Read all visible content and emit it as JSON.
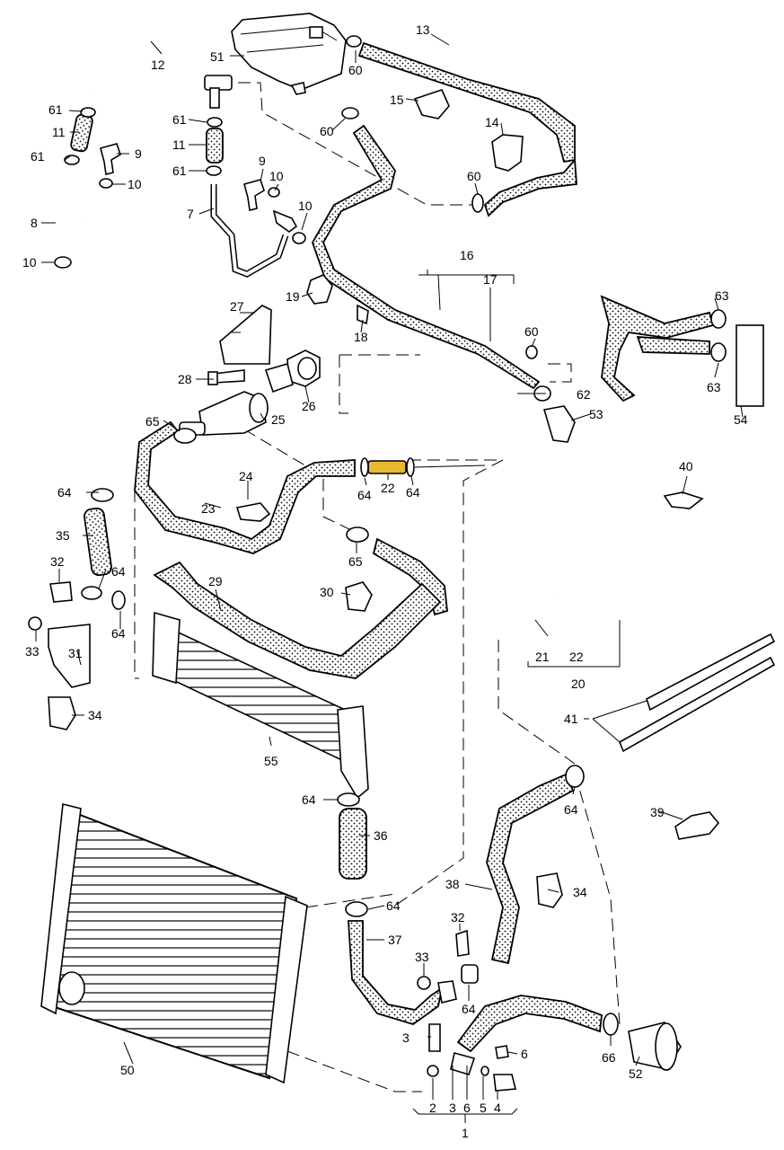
{
  "diagram": {
    "labels": {
      "l1": "1",
      "l2": "2",
      "l3": "3",
      "l3b": "3",
      "l4": "4",
      "l5": "5",
      "l6": "6",
      "l6b": "6",
      "l7": "7",
      "l8": "8",
      "l9a": "9",
      "l9b": "9",
      "l10a": "10",
      "l10b": "10",
      "l10c": "10",
      "l10d": "10",
      "l11a": "11",
      "l11b": "11",
      "l12": "12",
      "l13": "13",
      "l14": "14",
      "l15": "15",
      "l16": "16",
      "l17": "17",
      "l18": "18",
      "l19": "19",
      "l20": "20",
      "l21": "21",
      "l22a": "22",
      "l22b": "22",
      "l23": "23",
      "l24": "24",
      "l25": "25",
      "l26": "26",
      "l27": "27",
      "l28": "28",
      "l29": "29",
      "l30": "30",
      "l31": "31",
      "l32a": "32",
      "l32b": "32",
      "l33a": "33",
      "l33b": "33",
      "l34a": "34",
      "l34b": "34",
      "l35": "35",
      "l36": "36",
      "l37": "37",
      "l38": "38",
      "l39": "39",
      "l40": "40",
      "l41": "41",
      "l50": "50",
      "l51": "51",
      "l52": "52",
      "l53": "53",
      "l54": "54",
      "l55": "55",
      "l60a": "60",
      "l60b": "60",
      "l60c": "60",
      "l60d": "60",
      "l61a": "61",
      "l61b": "61",
      "l61c": "61",
      "l61d": "61",
      "l62": "62",
      "l63a": "63",
      "l63b": "63",
      "l64a": "64",
      "l64b": "64",
      "l64c": "64",
      "l64d": "64",
      "l64e": "64",
      "l64f": "64",
      "l64g": "64",
      "l64h": "64",
      "l64i": "64",
      "l65a": "65",
      "l65b": "65",
      "l66": "66"
    },
    "highlight_color": "#e8b830"
  }
}
